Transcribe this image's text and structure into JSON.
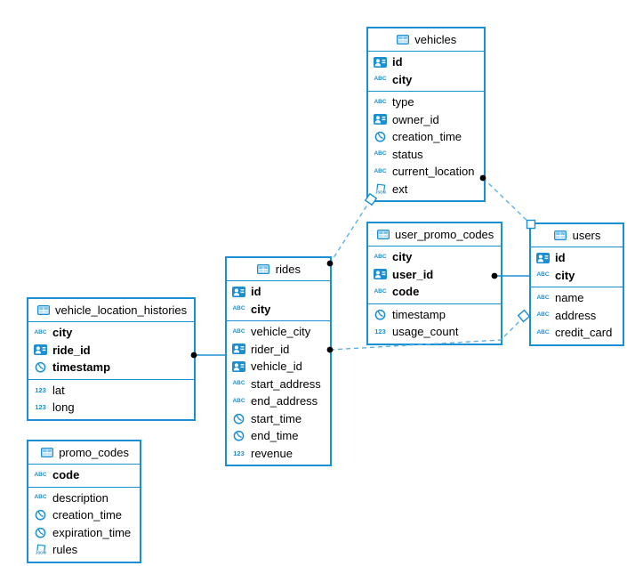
{
  "diagram": {
    "colors": {
      "table_border": "#1a8fd4",
      "icon_blue": "#1a8fd4",
      "relation_dashed": "#5fb0e6",
      "relation_solid": "#1a8fd4",
      "endpoint_dot": "#000000",
      "background": "#ffffff",
      "text": "#000000"
    },
    "icons": {
      "text_label": "ABC",
      "number_label": "123",
      "json_label": "JSON"
    },
    "tables": [
      {
        "name": "vehicles",
        "columns": [
          {
            "name": "id",
            "icon": "id-icon",
            "key": true
          },
          {
            "name": "city",
            "icon": "text-icon",
            "key": true
          },
          {
            "name": "type",
            "icon": "text-icon",
            "key": false
          },
          {
            "name": "owner_id",
            "icon": "id-icon",
            "key": false
          },
          {
            "name": "creation_time",
            "icon": "time-icon",
            "key": false
          },
          {
            "name": "status",
            "icon": "text-icon",
            "key": false
          },
          {
            "name": "current_location",
            "icon": "text-icon",
            "key": false
          },
          {
            "name": "ext",
            "icon": "json-icon",
            "key": false
          }
        ]
      },
      {
        "name": "user_promo_codes",
        "columns": [
          {
            "name": "city",
            "icon": "text-icon",
            "key": true
          },
          {
            "name": "user_id",
            "icon": "id-icon",
            "key": true
          },
          {
            "name": "code",
            "icon": "text-icon",
            "key": true
          },
          {
            "name": "timestamp",
            "icon": "time-icon",
            "key": false
          },
          {
            "name": "usage_count",
            "icon": "number-icon",
            "key": false
          }
        ]
      },
      {
        "name": "users",
        "columns": [
          {
            "name": "id",
            "icon": "id-icon",
            "key": true
          },
          {
            "name": "city",
            "icon": "text-icon",
            "key": true
          },
          {
            "name": "name",
            "icon": "text-icon",
            "key": false
          },
          {
            "name": "address",
            "icon": "text-icon",
            "key": false
          },
          {
            "name": "credit_card",
            "icon": "text-icon",
            "key": false
          }
        ]
      },
      {
        "name": "rides",
        "columns": [
          {
            "name": "id",
            "icon": "id-icon",
            "key": true
          },
          {
            "name": "city",
            "icon": "text-icon",
            "key": true
          },
          {
            "name": "vehicle_city",
            "icon": "text-icon",
            "key": false
          },
          {
            "name": "rider_id",
            "icon": "id-icon",
            "key": false
          },
          {
            "name": "vehicle_id",
            "icon": "id-icon",
            "key": false
          },
          {
            "name": "start_address",
            "icon": "text-icon",
            "key": false
          },
          {
            "name": "end_address",
            "icon": "text-icon",
            "key": false
          },
          {
            "name": "start_time",
            "icon": "time-icon",
            "key": false
          },
          {
            "name": "end_time",
            "icon": "time-icon",
            "key": false
          },
          {
            "name": "revenue",
            "icon": "number-icon",
            "key": false
          }
        ]
      },
      {
        "name": "vehicle_location_histories",
        "columns": [
          {
            "name": "city",
            "icon": "text-icon",
            "key": true
          },
          {
            "name": "ride_id",
            "icon": "id-icon",
            "key": true
          },
          {
            "name": "timestamp",
            "icon": "time-icon",
            "key": true
          },
          {
            "name": "lat",
            "icon": "number-icon",
            "key": false
          },
          {
            "name": "long",
            "icon": "number-icon",
            "key": false
          }
        ]
      },
      {
        "name": "promo_codes",
        "columns": [
          {
            "name": "code",
            "icon": "text-icon",
            "key": true
          },
          {
            "name": "description",
            "icon": "text-icon",
            "key": false
          },
          {
            "name": "creation_time",
            "icon": "time-icon",
            "key": false
          },
          {
            "name": "expiration_time",
            "icon": "time-icon",
            "key": false
          },
          {
            "name": "rules",
            "icon": "json-icon",
            "key": false
          }
        ]
      }
    ],
    "relations": [
      {
        "from": "vehicles",
        "to": "rides",
        "line": "dashed",
        "from_marker": "diamond",
        "to_marker": "dot"
      },
      {
        "from": "vehicles",
        "to": "users",
        "line": "dashed",
        "from_marker": "dot",
        "to_marker": "square"
      },
      {
        "from": "rides",
        "to": "users",
        "line": "dashed",
        "from_marker": "dot",
        "to_marker": "diamond"
      },
      {
        "from": "vehicle_location_histories",
        "to": "rides",
        "line": "solid",
        "from_marker": "dot",
        "to_marker": "none"
      },
      {
        "from": "user_promo_codes",
        "to": "users",
        "line": "solid",
        "from_marker": "dot",
        "to_marker": "none"
      }
    ]
  }
}
